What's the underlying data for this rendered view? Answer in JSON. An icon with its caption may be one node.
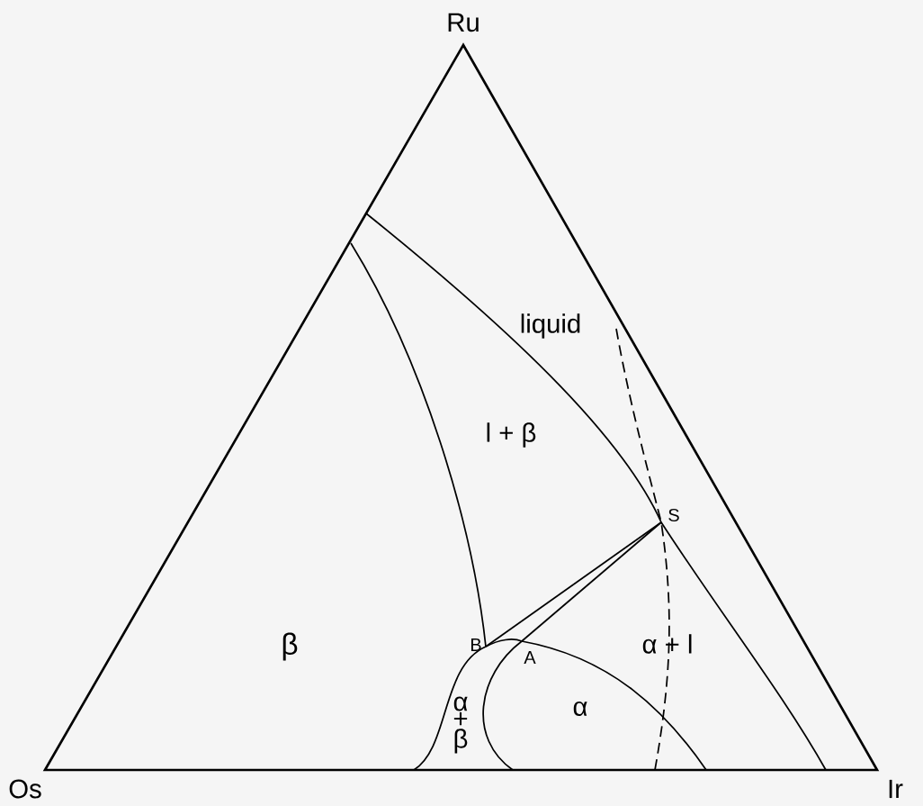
{
  "diagram": {
    "labels": [
      "Ru",
      "liquid",
      "l + β",
      "S",
      "β",
      "B",
      "A",
      "α + l",
      "α + β",
      "α",
      "Os",
      "Ir"
    ]
  }
}
